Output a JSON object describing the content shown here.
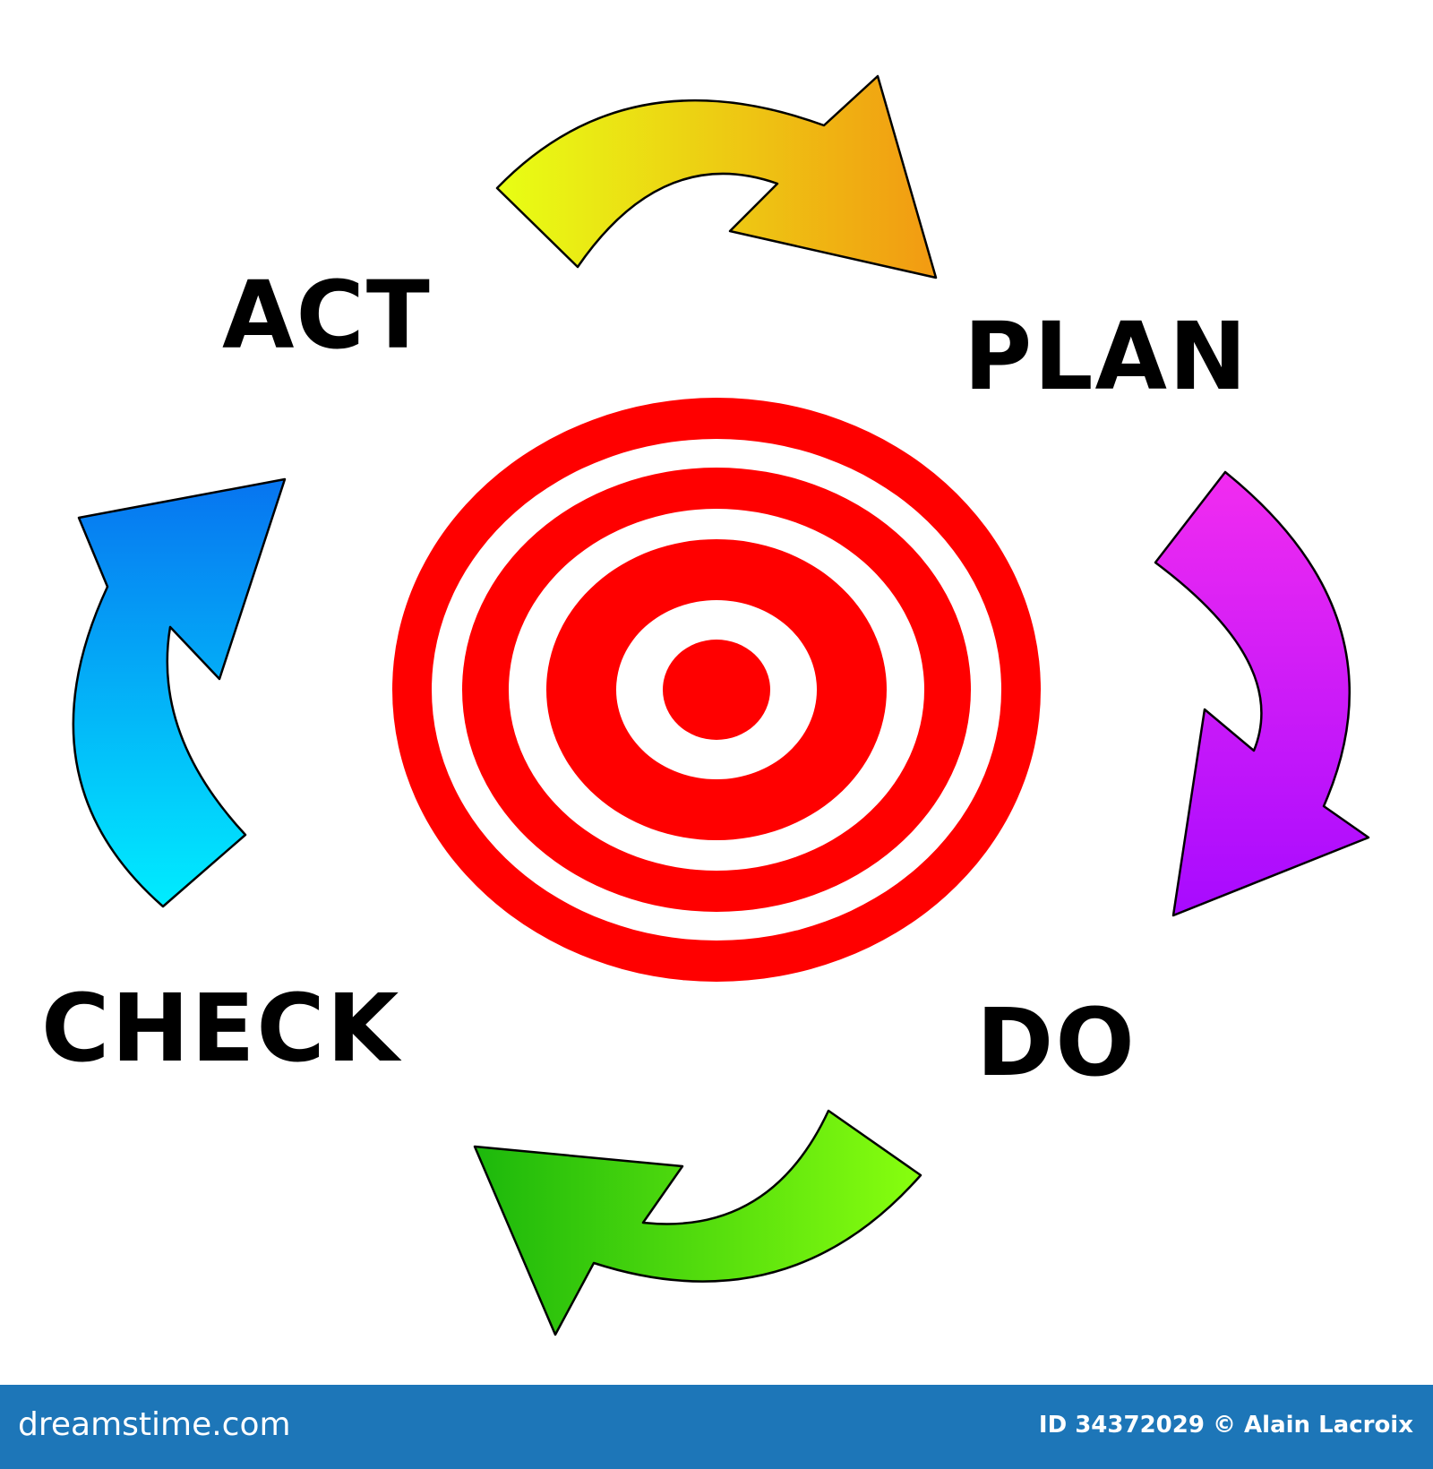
{
  "labels": {
    "act": "ACT",
    "plan": "PLAN",
    "do": "DO",
    "check": "CHECK"
  },
  "footer": {
    "brand": "dreamstime.com",
    "credit": "ID 34372029 © Alain Lacroix"
  },
  "colors": {
    "target_red": "#ff0000",
    "footer_bg": "#1d76b8",
    "arrow_top": [
      "#e8ff14",
      "#f29a12"
    ],
    "arrow_right": [
      "#f22cf0",
      "#a70aff"
    ],
    "arrow_bottom": [
      "#1cb80c",
      "#88ff0e"
    ],
    "arrow_left": [
      "#00edff",
      "#0774f0"
    ]
  }
}
